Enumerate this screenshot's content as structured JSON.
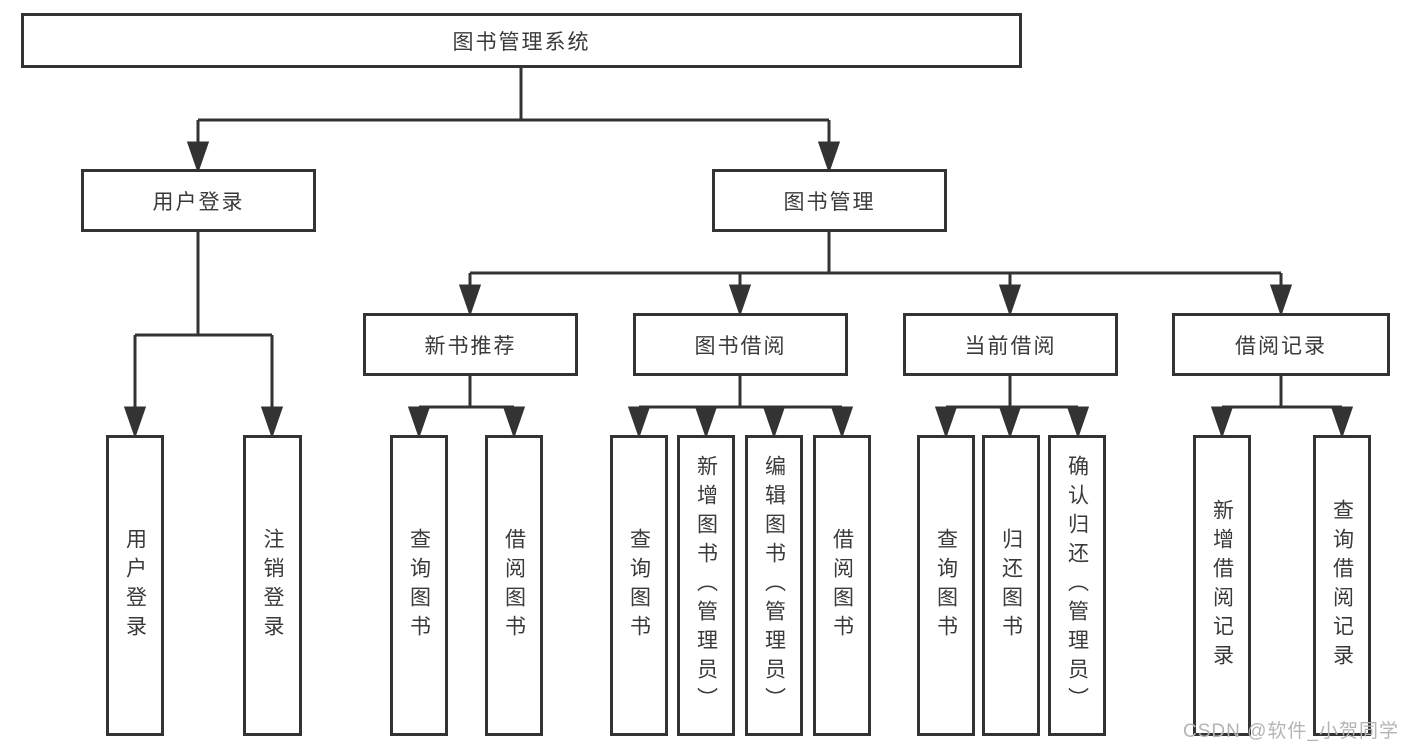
{
  "diagram": {
    "root": {
      "label": "图书管理系统"
    },
    "branches": [
      {
        "label": "用户登录",
        "children": [
          {
            "label": "用户登录"
          },
          {
            "label": "注销登录"
          }
        ]
      },
      {
        "label": "图书管理",
        "children": [
          {
            "label": "新书推荐",
            "children": [
              {
                "label": "查询图书"
              },
              {
                "label": "借阅图书"
              }
            ]
          },
          {
            "label": "图书借阅",
            "children": [
              {
                "label": "查询图书"
              },
              {
                "label": "新增图书（管理员）"
              },
              {
                "label": "编辑图书（管理员）"
              },
              {
                "label": "借阅图书"
              }
            ]
          },
          {
            "label": "当前借阅",
            "children": [
              {
                "label": "查询图书"
              },
              {
                "label": "归还图书"
              },
              {
                "label": "确认归还（管理员）"
              }
            ]
          },
          {
            "label": "借阅记录",
            "children": [
              {
                "label": "新增借阅记录"
              },
              {
                "label": "查询借阅记录"
              }
            ]
          }
        ]
      }
    ]
  },
  "watermark": {
    "text": "CSDN @软件_小贺同学"
  },
  "colors": {
    "line": "#333333",
    "box_border": "#333333",
    "text": "#3a3a3a",
    "watermark": "#b4b4b4",
    "background": "#ffffff"
  }
}
